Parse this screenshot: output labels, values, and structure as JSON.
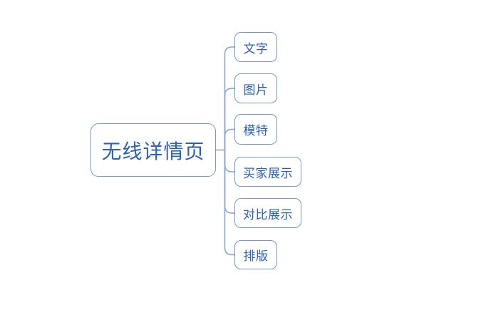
{
  "diagram": {
    "type": "mindmap",
    "direction": "right",
    "root": {
      "label": "无线详情页"
    },
    "children": [
      {
        "label": "文字"
      },
      {
        "label": "图片"
      },
      {
        "label": "模特"
      },
      {
        "label": "买家展示"
      },
      {
        "label": "对比展示"
      },
      {
        "label": "排版"
      }
    ],
    "colors": {
      "background": "#ffffff",
      "node_fill": "#ffffff",
      "node_border": "#7498d0",
      "node_text": "#2b62b6",
      "connector_line": "#81a4d5"
    }
  }
}
